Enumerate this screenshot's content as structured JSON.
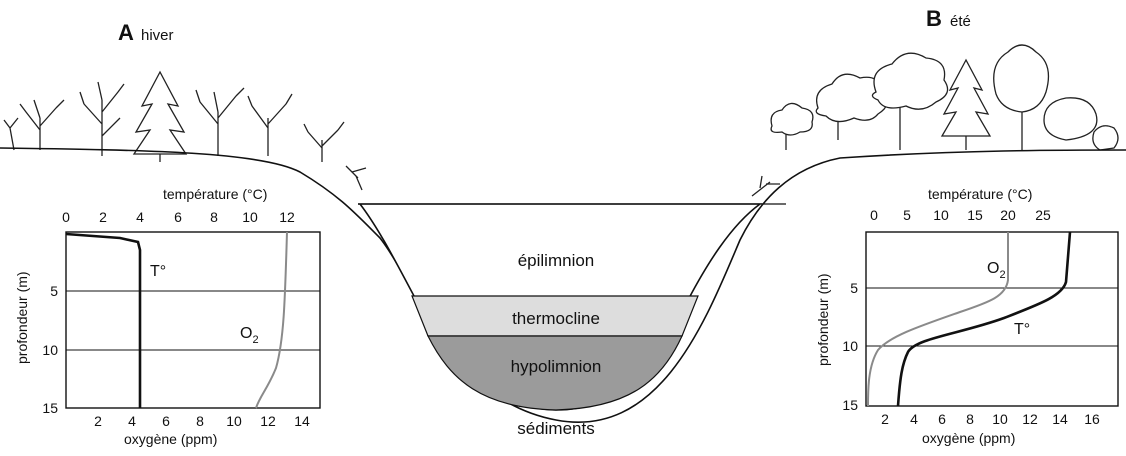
{
  "panels": {
    "a": {
      "letter": "A",
      "season": "hiver"
    },
    "b": {
      "letter": "B",
      "season": "été"
    }
  },
  "lake": {
    "layers": {
      "epilimnion": "épilimnion",
      "thermocline": "thermocline",
      "hypolimnion": "hypolimnion",
      "sediments": "sédiments"
    }
  },
  "winter_plot": {
    "top_axis_label": "température (°C)",
    "bottom_axis_label": "oxygène (ppm)",
    "y_axis_label": "profondeur (m)",
    "curve_labels": {
      "temp": "T°",
      "o2_main": "O",
      "o2_sub": "2"
    },
    "top_ticks": [
      "0",
      "2",
      "4",
      "6",
      "8",
      "10",
      "12"
    ],
    "bottom_ticks": [
      "2",
      "4",
      "6",
      "8",
      "10",
      "12",
      "14"
    ],
    "y_ticks": [
      "5",
      "10",
      "15"
    ]
  },
  "summer_plot": {
    "top_axis_label": "température (°C)",
    "bottom_axis_label": "oxygène (ppm)",
    "y_axis_label": "profondeur (m)",
    "curve_labels": {
      "temp": "T°",
      "o2_main": "O",
      "o2_sub": "2"
    },
    "top_ticks": [
      "0",
      "5",
      "10",
      "15",
      "20",
      "25"
    ],
    "bottom_ticks": [
      "2",
      "4",
      "6",
      "8",
      "10",
      "12",
      "14",
      "16"
    ],
    "y_ticks": [
      "5",
      "10",
      "15"
    ]
  },
  "colors": {
    "thermocline": "#dddddd",
    "hypolimnion": "#9b9b9b",
    "ink": "#111111",
    "o2_curve": "#8a8a8a"
  }
}
